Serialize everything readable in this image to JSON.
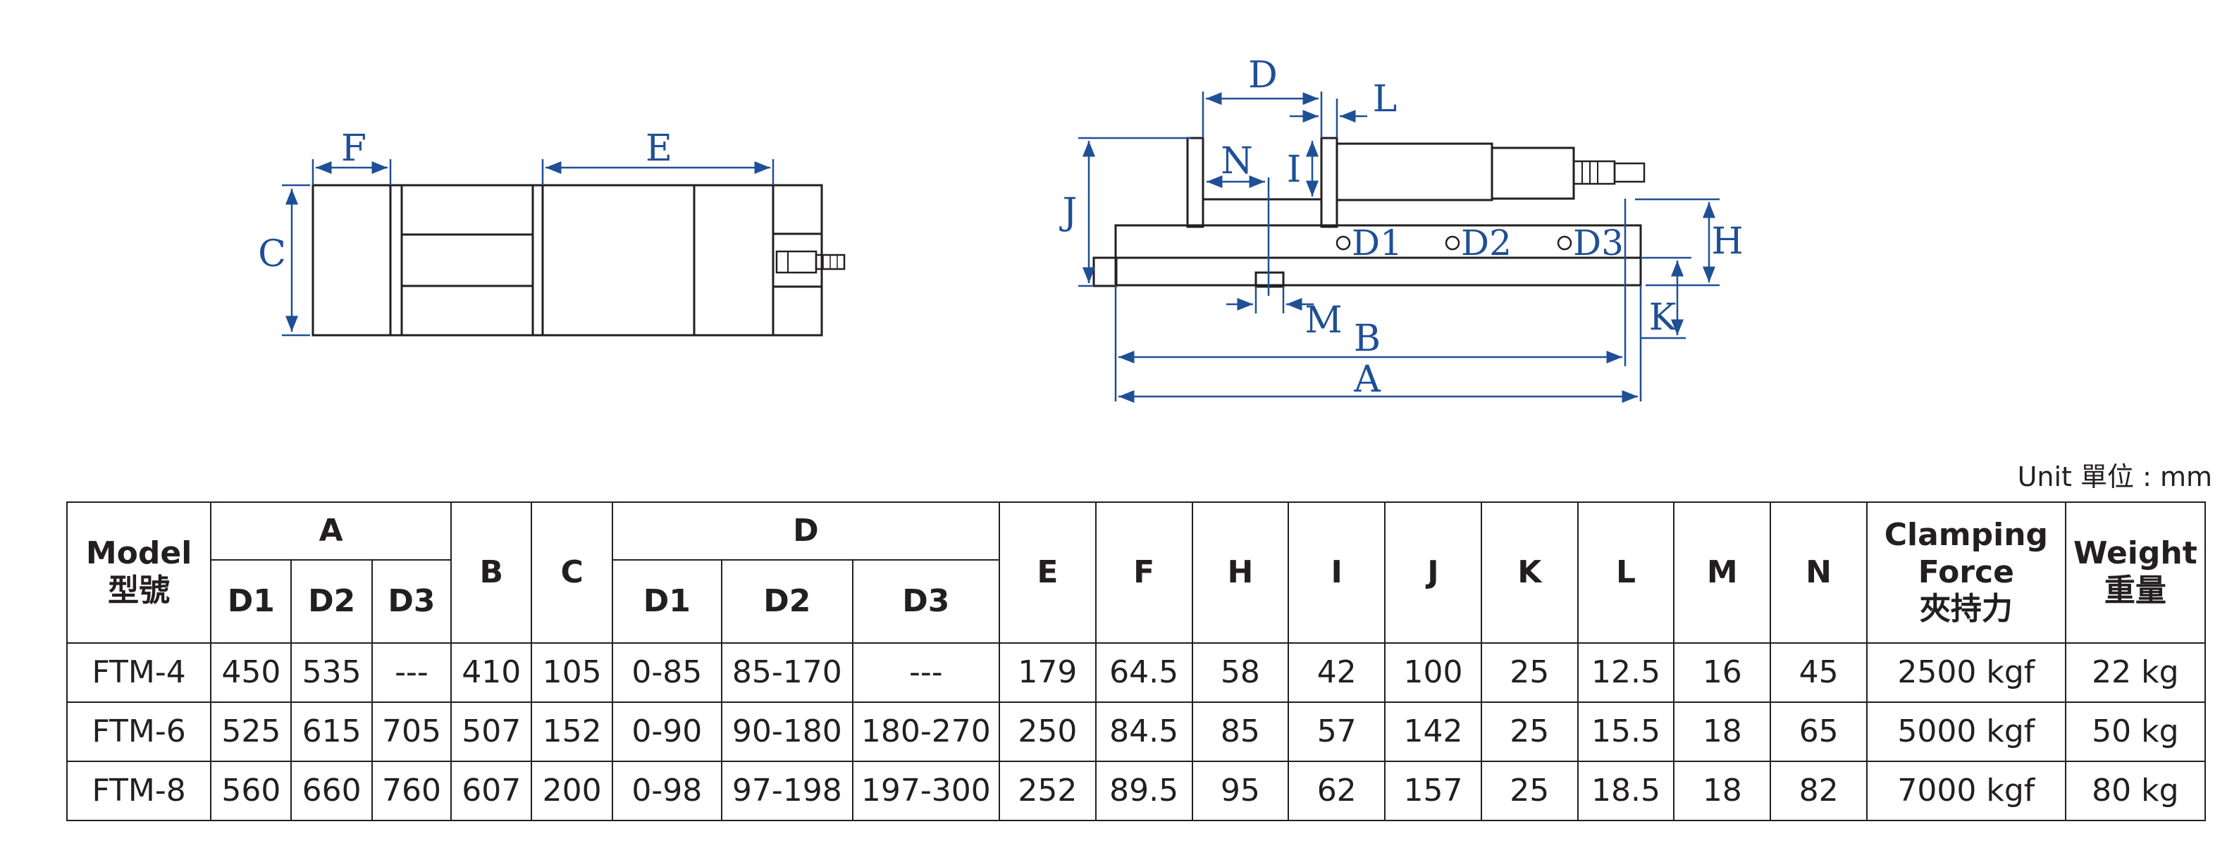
{
  "drawing": {
    "left_view_labels": [
      "F",
      "E",
      "C"
    ],
    "right_view_labels": [
      "D",
      "L",
      "N",
      "I",
      "J",
      "H",
      "K",
      "M",
      "B",
      "A"
    ],
    "position_labels": [
      "D1",
      "D2",
      "D3"
    ]
  },
  "unit_note": "Unit 單位 : mm",
  "table": {
    "header": {
      "model": "Model",
      "model_zh": "型號",
      "a": "A",
      "a_sub": [
        "D1",
        "D2",
        "D3"
      ],
      "b": "B",
      "c": "C",
      "d": "D",
      "d_sub": [
        "D1",
        "D2",
        "D3"
      ],
      "e": "E",
      "f": "F",
      "h": "H",
      "i": "I",
      "j": "J",
      "k": "K",
      "l": "L",
      "m": "M",
      "n": "N",
      "clamp1": "Clamping",
      "clamp2": "Force",
      "clamp_zh": "夾持力",
      "weight": "Weight",
      "weight_zh": "重量"
    },
    "rows": [
      [
        "FTM-4",
        "450",
        "535",
        "---",
        "410",
        "105",
        "0-85",
        "85-170",
        "---",
        "179",
        "64.5",
        "58",
        "42",
        "100",
        "25",
        "12.5",
        "16",
        "45",
        "2500 kgf",
        "22 kg"
      ],
      [
        "FTM-6",
        "525",
        "615",
        "705",
        "507",
        "152",
        "0-90",
        "90-180",
        "180-270",
        "250",
        "84.5",
        "85",
        "57",
        "142",
        "25",
        "15.5",
        "18",
        "65",
        "5000 kgf",
        "50 kg"
      ],
      [
        "FTM-8",
        "560",
        "660",
        "760",
        "607",
        "200",
        "0-98",
        "97-198",
        "197-300",
        "252",
        "89.5",
        "95",
        "62",
        "157",
        "25",
        "18.5",
        "18",
        "82",
        "7000 kgf",
        "80 kg"
      ]
    ]
  },
  "colors": {
    "dimension": "#1f4f96",
    "outline": "#231f20"
  }
}
